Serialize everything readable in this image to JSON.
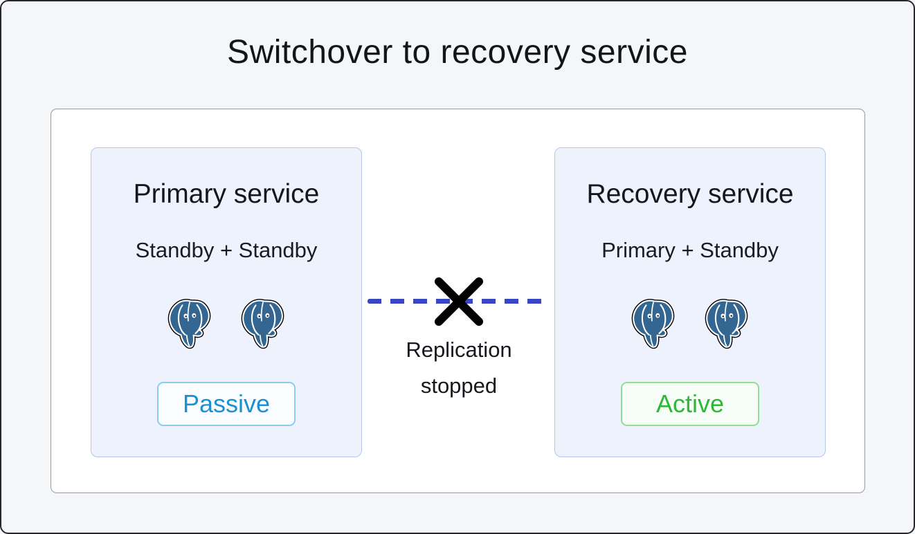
{
  "title": "Switchover to recovery service",
  "diagram": {
    "cards": [
      {
        "name": "primary-service",
        "heading": "Primary service",
        "subtext": "Standby + Standby",
        "database_icon": "postgresql-elephant",
        "database_count": 2,
        "badge": {
          "label": "Passive",
          "state": "passive"
        }
      },
      {
        "name": "recovery-service",
        "heading": "Recovery service",
        "subtext": "Primary + Standby",
        "database_icon": "postgresql-elephant",
        "database_count": 2,
        "badge": {
          "label": "Active",
          "state": "active"
        }
      }
    ],
    "connection": {
      "status_line1": "Replication",
      "status_line2": "stopped",
      "severed": true
    }
  },
  "colors": {
    "frame_background": "#f5f6f8",
    "frame_border": "#28282c",
    "panel_background": "#ffffff",
    "panel_border": "#959aa5",
    "card_background": "#eef2fd",
    "card_border": "#b9c4ec",
    "replication_line": "#3a45c3",
    "cross_mark": "#000000",
    "passive_text": "#1d8fd3",
    "passive_border": "#86cdee",
    "passive_background": "#fafdff",
    "active_text": "#2fb838",
    "active_border": "#8fdf92",
    "active_background": "#f7fdf7",
    "postgres_blue": "#336791",
    "text": "#16181d"
  }
}
